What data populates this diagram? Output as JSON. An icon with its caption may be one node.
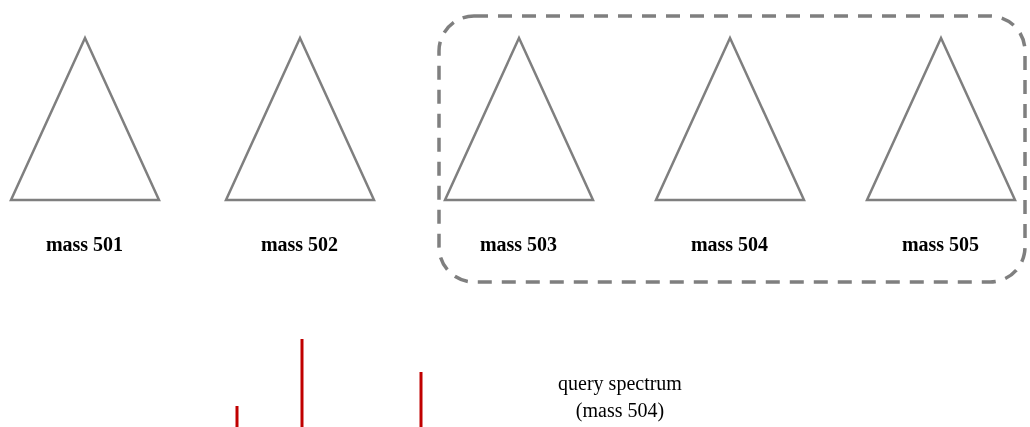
{
  "diagram": {
    "nodes": [
      {
        "text": [
          "mass 501"
        ]
      },
      {
        "text": [
          "mass 502"
        ]
      },
      {
        "text": [],
        "shape": "box"
      },
      {
        "text": [
          "mass 503"
        ],
        "in": 2
      },
      {
        "text": [
          "mass 504"
        ],
        "in": 2
      },
      {
        "text": [
          "mass 505"
        ],
        "in": 2
      }
    ],
    "labels": [
      "query spectrum (mass 504)"
    ]
  }
}
